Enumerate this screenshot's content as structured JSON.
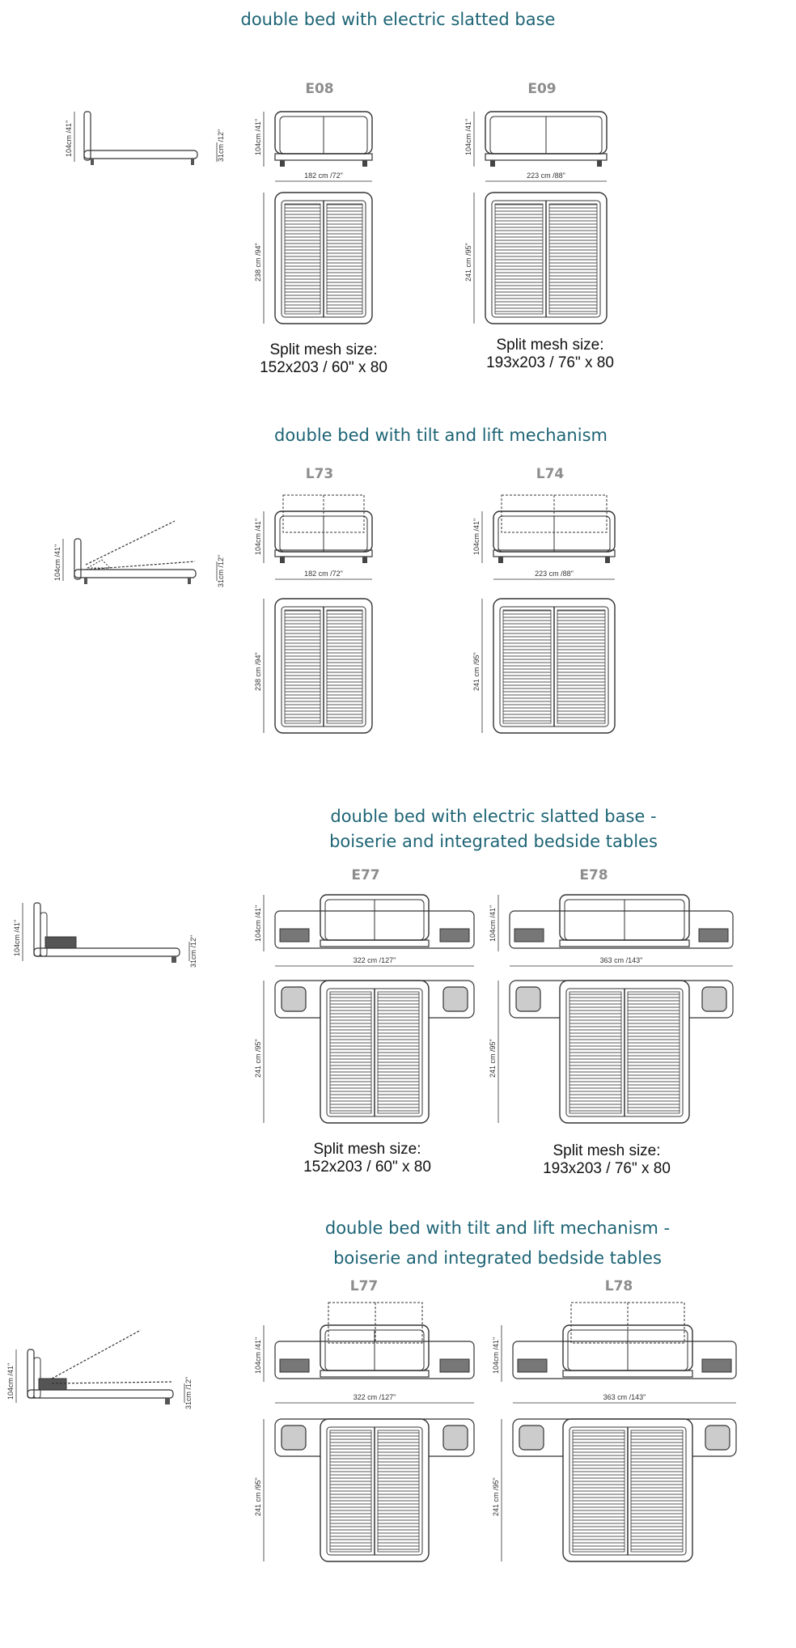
{
  "sections": [
    {
      "title_lines": [
        "double bed with electric slatted base"
      ],
      "mechanism": "electric",
      "boiserie": false,
      "side_height": "104cm /41\"",
      "side_base": "31cm /12\"",
      "variants": [
        {
          "code": "E08",
          "height": "104cm /41\"",
          "width": "182 cm /72\"",
          "length": "238 cm /94\"",
          "mesh_label": "Split mesh size:",
          "mesh_value": "152x203 / 60\" x 80"
        },
        {
          "code": "E09",
          "height": "104cm /41\"",
          "width": "223 cm /88\"",
          "length": "241 cm /95\"",
          "mesh_label": "Split mesh size:",
          "mesh_value": "193x203 / 76\" x 80"
        }
      ]
    },
    {
      "title_lines": [
        "double bed with tilt and lift mechanism"
      ],
      "mechanism": "tilt",
      "boiserie": false,
      "side_height": "104cm /41\"",
      "side_base": "31cm /12\"",
      "variants": [
        {
          "code": "L73",
          "height": "104cm /41\"",
          "width": "182 cm /72\"",
          "length": "238 cm /94\""
        },
        {
          "code": "L74",
          "height": "104cm /41\"",
          "width": "223 cm /88\"",
          "length": "241 cm /95\""
        }
      ]
    },
    {
      "title_lines": [
        "double bed with electric slatted base -",
        "boiserie and integrated bedside tables"
      ],
      "mechanism": "electric",
      "boiserie": true,
      "side_height": "104cm /41\"",
      "side_base": "31cm /12\"",
      "variants": [
        {
          "code": "E77",
          "height": "104cm /41\"",
          "width": "322 cm /127\"",
          "length": "241 cm /95\"",
          "mesh_label": "Split mesh size:",
          "mesh_value": "152x203 / 60\" x 80"
        },
        {
          "code": "E78",
          "height": "104cm /41\"",
          "width": "363 cm /143\"",
          "length": "241 cm /95\"",
          "mesh_label": "Split mesh size:",
          "mesh_value": "193x203 / 76\" x 80"
        }
      ]
    },
    {
      "title_lines": [
        "double bed with tilt and lift mechanism -",
        "boiserie and integrated bedside tables"
      ],
      "mechanism": "tilt",
      "boiserie": true,
      "side_height": "104cm /41\"",
      "side_base": "31cm /12\"",
      "variants": [
        {
          "code": "L77",
          "height": "104cm /41\"",
          "width": "322 cm /127\"",
          "length": "241 cm /95\""
        },
        {
          "code": "L78",
          "height": "104cm /41\"",
          "width": "363 cm /143\"",
          "length": "241 cm /95\""
        }
      ]
    }
  ],
  "colors": {
    "title": "#1d6475",
    "code": "#8d8d8d",
    "line": "#333333",
    "fill": "#d8d8d8"
  }
}
